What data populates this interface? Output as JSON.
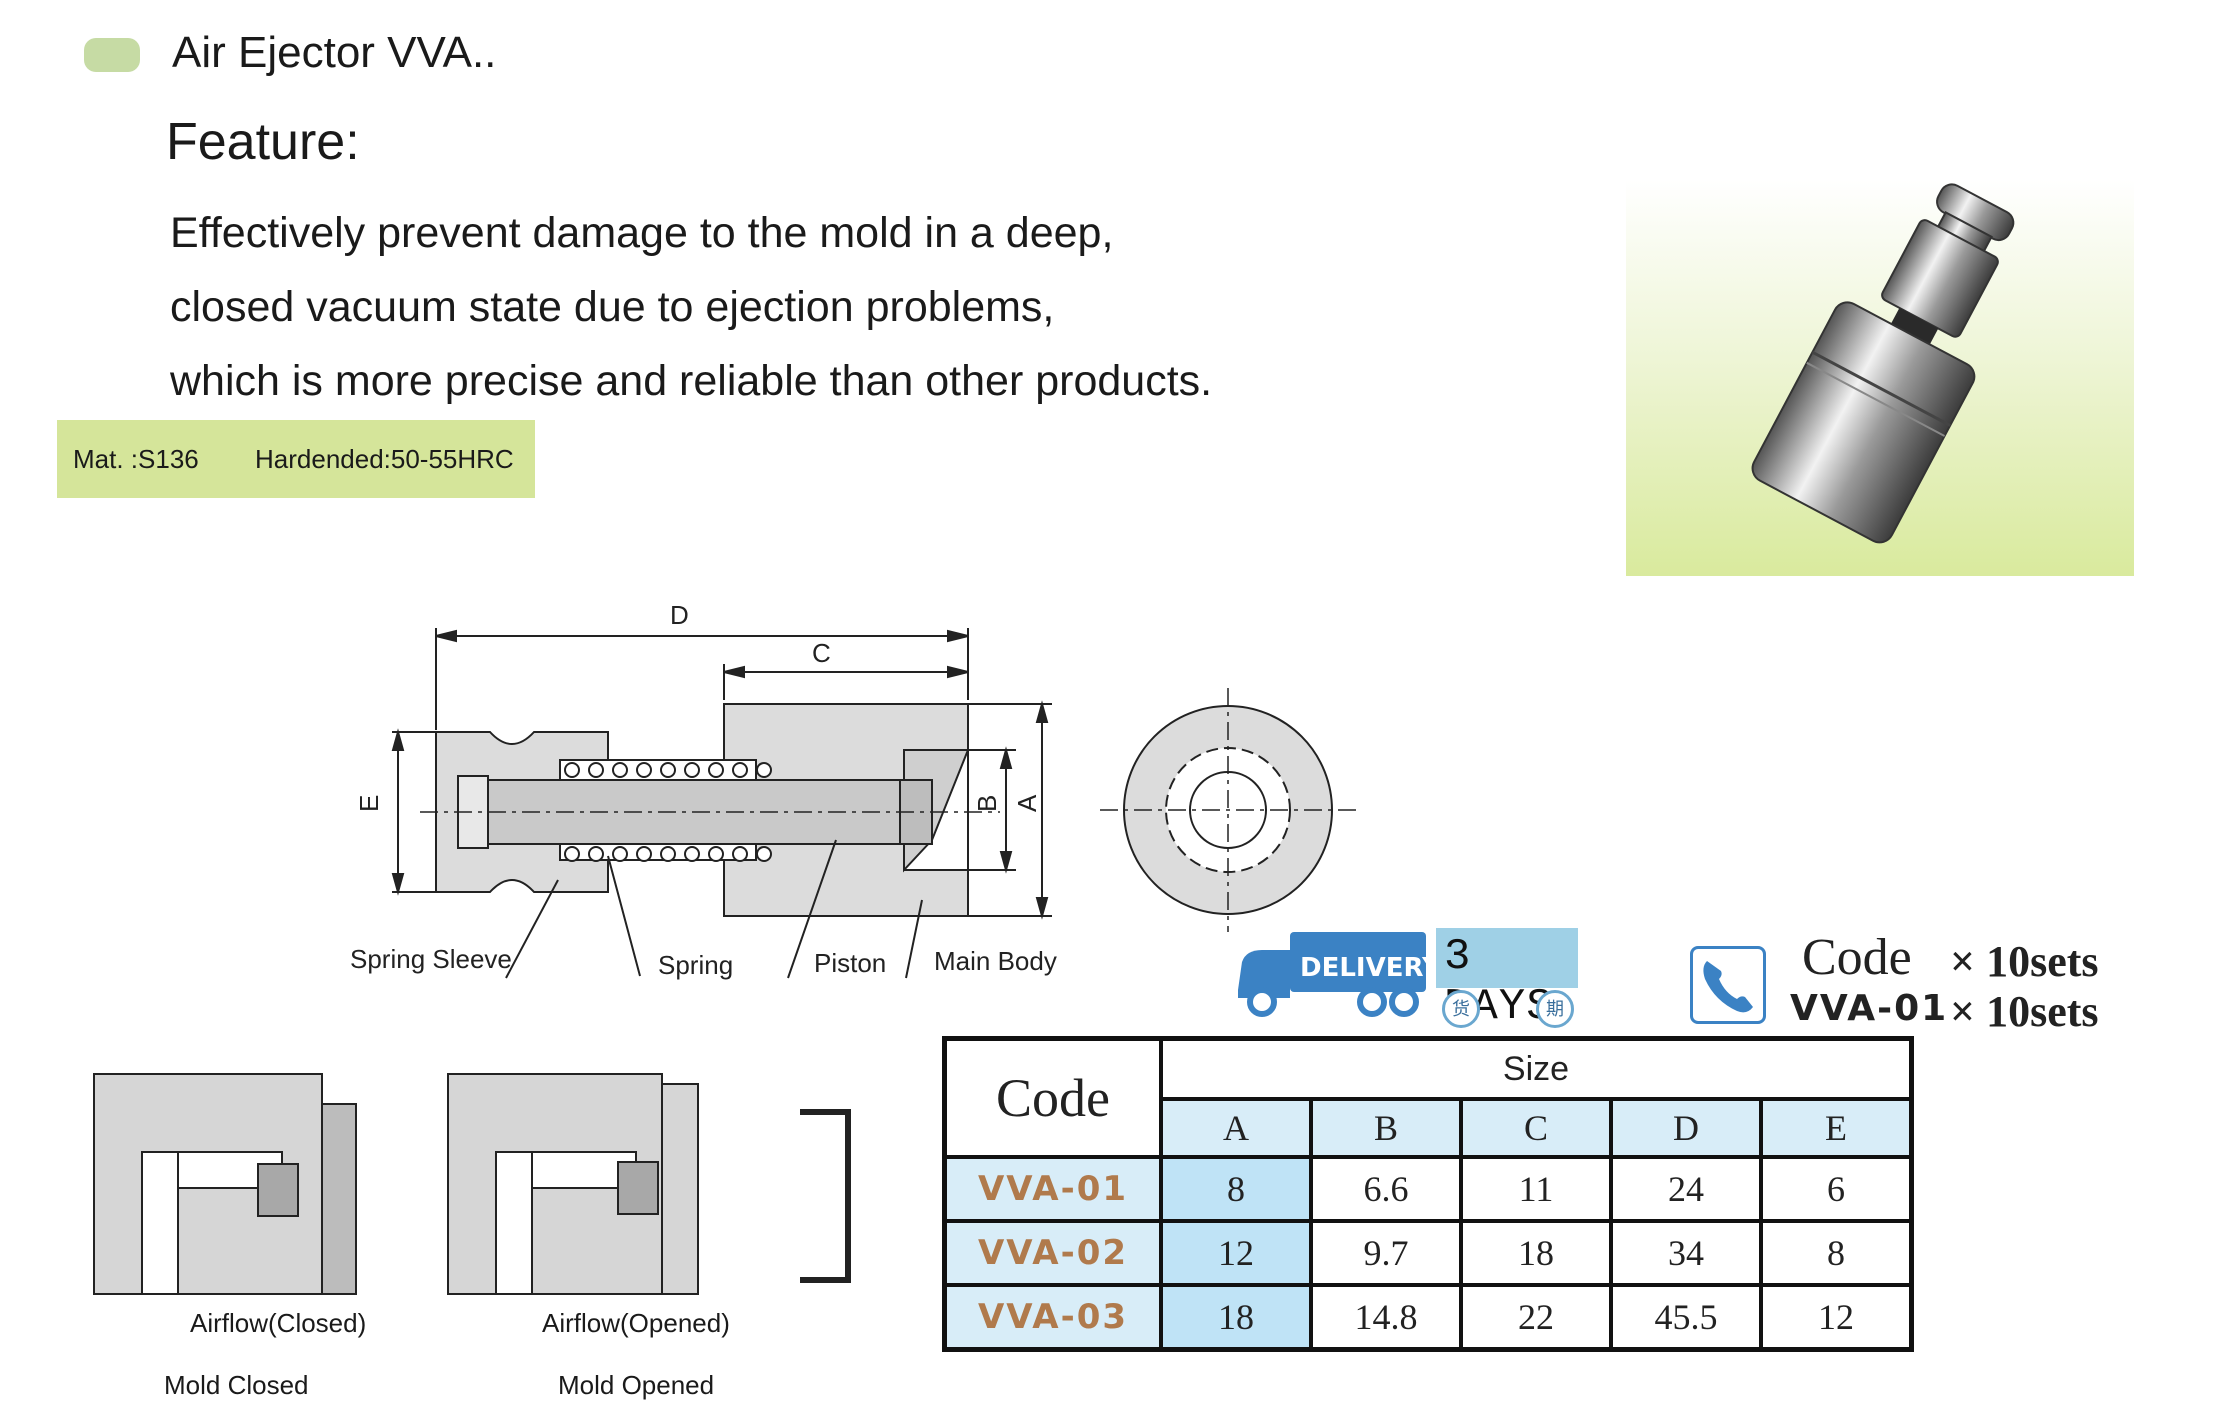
{
  "header": {
    "title": "Air  Ejector VVA..",
    "feature_label": "Feature:"
  },
  "description": [
    "Effectively prevent damage to the mold in a deep,",
    "closed vacuum state due to ejection problems,",
    "which is more precise and reliable than other products."
  ],
  "material": {
    "mat": "Mat. :S136",
    "hardened": "Hardended:50-55HRC"
  },
  "drawing": {
    "dims": {
      "d": "D",
      "c": "C",
      "e": "E",
      "b": "B",
      "a": "A"
    },
    "parts": {
      "spring_sleeve": "Spring Sleeve",
      "spring": "Spring",
      "piston": "Piston",
      "main_body": "Main Body"
    }
  },
  "mini": {
    "airflow_closed": "Airflow(Closed)",
    "airflow_opened": "Airflow(Opened)",
    "mold_closed": "Mold Closed",
    "mold_opened": "Mold Opened"
  },
  "delivery": {
    "label": "DELIVERY",
    "days": "3  DAYS",
    "char1": "货",
    "char2": "期"
  },
  "order": {
    "code_label": "Code",
    "model": "VVA-01",
    "qty1": "× 10sets",
    "qty2": "× 10sets"
  },
  "table": {
    "code_header": "Code",
    "size_header": "Size",
    "columns": [
      "A",
      "B",
      "C",
      "D",
      "E"
    ],
    "rows": [
      {
        "code": "VVA-01",
        "values": [
          "8",
          "6.6",
          "11",
          "24",
          "6"
        ]
      },
      {
        "code": "VVA-02",
        "values": [
          "12",
          "9.7",
          "18",
          "34",
          "8"
        ]
      },
      {
        "code": "VVA-03",
        "values": [
          "18",
          "14.8",
          "22",
          "45.5",
          "12"
        ]
      }
    ]
  },
  "colors": {
    "accent_green": "#c6dba4",
    "material_bar": "#d5e59a",
    "table_blue": "#d8edf8",
    "model_text": "#b07a4c",
    "delivery_blue": "#3b82c4"
  }
}
